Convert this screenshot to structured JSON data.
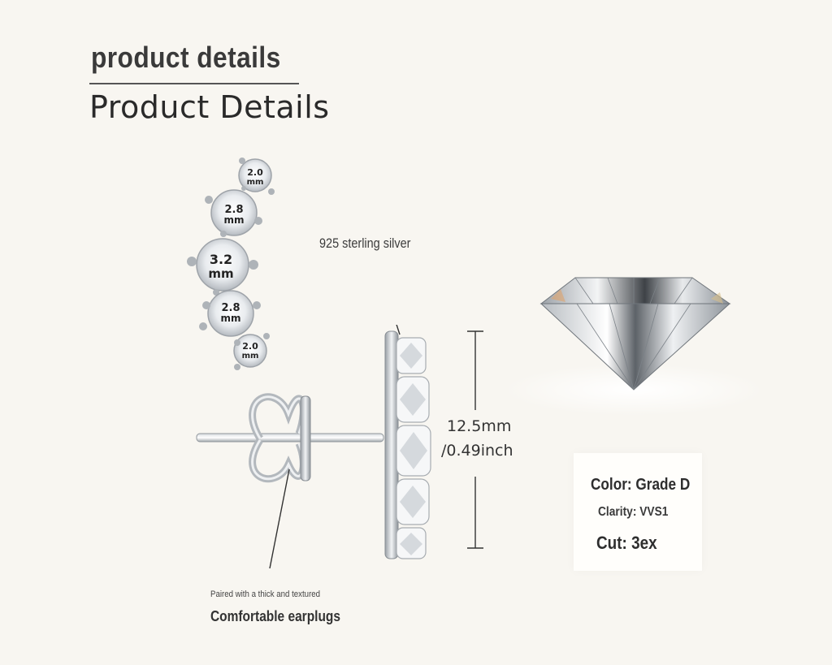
{
  "header": {
    "title_lower": "product details",
    "title_caps": "Product Details"
  },
  "stones": [
    {
      "size": "2.0",
      "unit": "mm"
    },
    {
      "size": "2.8",
      "unit": "mm"
    },
    {
      "size": "3.2",
      "unit": "mm"
    },
    {
      "size": "2.8",
      "unit": "mm"
    },
    {
      "size": "2.0",
      "unit": "mm"
    }
  ],
  "callouts": {
    "material": "925 sterling silver",
    "length_mm": "12.5mm",
    "length_inch": "/0.49inch",
    "plug_note": "Paired with a thick and textured",
    "plug_title": "Comfortable earplugs"
  },
  "specs": {
    "color": "Color: Grade D",
    "clarity": "Clarity: VVS1",
    "cut": "Cut: 3ex"
  },
  "colors": {
    "background": "#f8f6f1",
    "silver": "#c9cdd2",
    "line": "#333333"
  }
}
